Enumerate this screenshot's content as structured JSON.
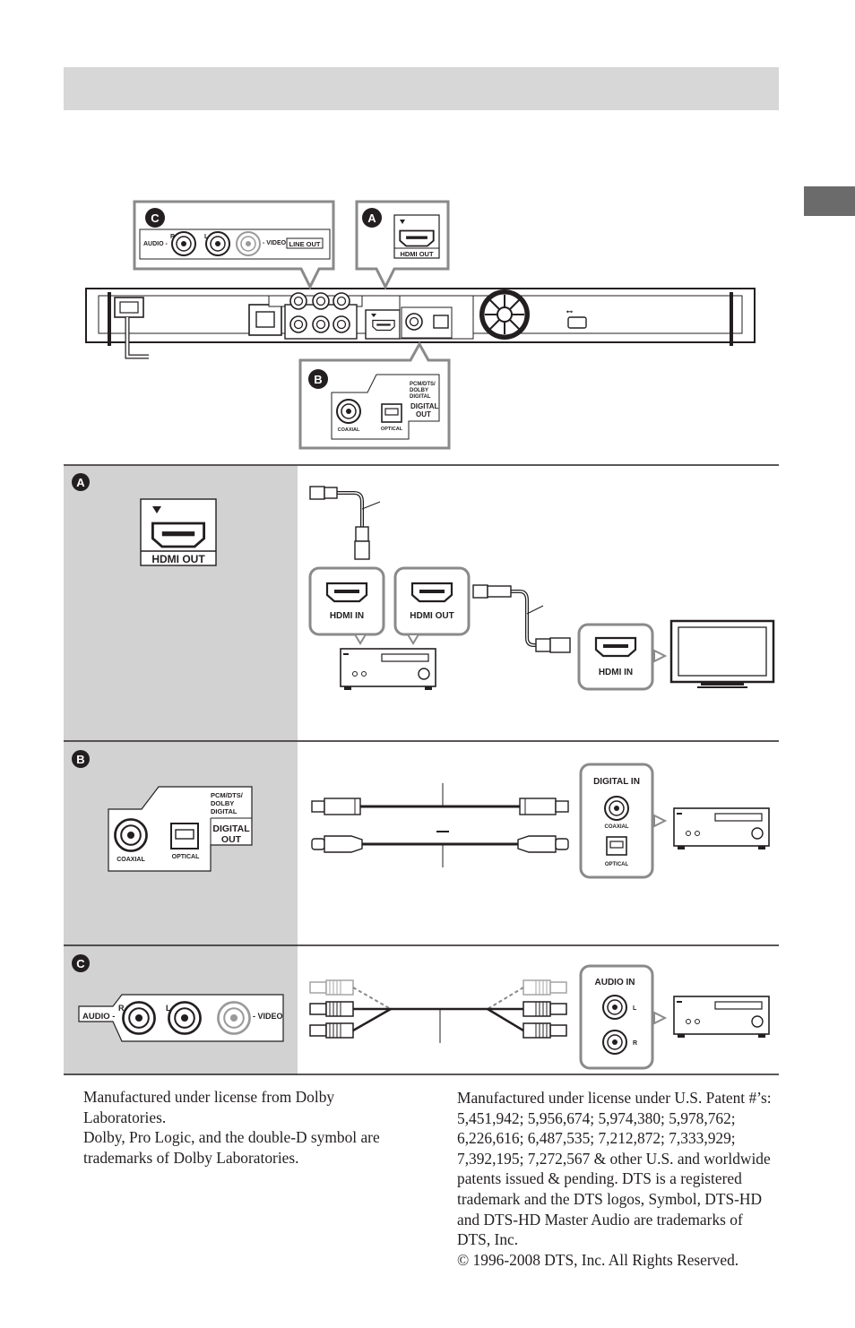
{
  "rear_panel": {
    "callout_c": {
      "letter": "C",
      "audio_label": "AUDIO -",
      "r": "R",
      "l": "L",
      "video_label": "- VIDEO",
      "line_out": "LINE OUT"
    },
    "callout_a": {
      "letter": "A",
      "hdmi_out": "HDMI OUT"
    },
    "callout_b": {
      "letter": "B",
      "pcm_label": [
        "PCM/DTS/",
        "DOLBY",
        "DIGITAL"
      ],
      "digital_out": [
        "DIGITAL",
        "OUT"
      ],
      "coaxial": "COAXIAL",
      "optical": "OPTICAL"
    }
  },
  "section_a": {
    "letter": "A",
    "port_label": "HDMI OUT",
    "hdmi_in": "HDMI IN",
    "hdmi_out": "HDMI OUT",
    "tv_hdmi_in": "HDMI IN"
  },
  "section_b": {
    "letter": "B",
    "pcm_label": [
      "PCM/DTS/",
      "DOLBY",
      "DIGITAL"
    ],
    "digital_out": [
      "DIGITAL",
      "OUT"
    ],
    "coaxial": "COAXIAL",
    "optical": "OPTICAL",
    "digital_in": "DIGITAL IN",
    "in_coaxial": "COAXIAL",
    "in_optical": "OPTICAL"
  },
  "section_c": {
    "letter": "C",
    "audio_label": "AUDIO -",
    "r": "R",
    "l": "L",
    "video_label": "- VIDEO",
    "audio_in": "AUDIO IN",
    "in_l": "L",
    "in_r": "R"
  },
  "footer": {
    "left": [
      "Manufactured under license from Dolby Laboratories.",
      "Dolby, Pro Logic, and the double-D symbol are trademarks of Dolby Laboratories."
    ],
    "right": [
      "Manufactured under license under U.S. Patent #’s: 5,451,942; 5,956,674; 5,974,380; 5,978,762; 6,226,616; 6,487,535; 7,212,872; 7,333,929; 7,392,195; 7,272,567 & other U.S. and worldwide patents issued & pending. DTS is a registered trademark and the DTS logos, Symbol, DTS-HD and DTS-HD Master Audio are trademarks of DTS, Inc.",
      "© 1996-2008 DTS, Inc. All Rights Reserved."
    ]
  }
}
